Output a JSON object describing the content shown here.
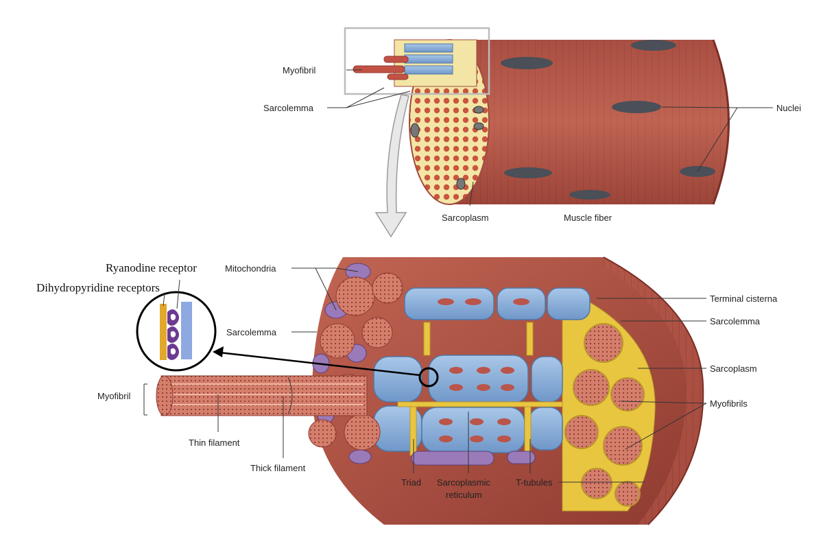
{
  "labels": {
    "myofibril_top": "Myofibril",
    "sarcolemma_top": "Sarcolemma",
    "nuclei": "Nuclei",
    "sarcoplasm_top": "Sarcoplasm",
    "muscle_fiber": "Muscle fiber",
    "ryanodine_receptor": "Ryanodine receptor",
    "dihydropyridine_receptors": "Dihydropyridine receptors",
    "mitochondria": "Mitochondria",
    "sarcolemma_mid": "Sarcolemma",
    "myofibril_left": "Myofibril",
    "thin_filament": "Thin filament",
    "thick_filament": "Thick filament",
    "triad": "Triad",
    "sarcoplasmic_reticulum_line1": "Sarcoplasmic",
    "sarcoplasmic_reticulum_line2": "reticulum",
    "t_tubules": "T-tubules",
    "terminal_cisterna": "Terminal cisterna",
    "sarcolemma_right": "Sarcolemma",
    "sarcoplasm_right": "Sarcoplasm",
    "myofibrils_right": "Myofibrils"
  },
  "colors": {
    "muscle": "#b5584a",
    "muscle_dark": "#8e3a30",
    "muscle_light": "#d47e6c",
    "sarcoplasm": "#f3e5a5",
    "nucleus": "#4a4f58",
    "sr_blue": "#8fb4dc",
    "sr_blue_dark": "#4f77a8",
    "ttubule_yellow": "#e9c640",
    "mito_purple": "#9a7ab8",
    "receptor_orange": "#e2a82b",
    "receptor_purple": "#6c3a92",
    "membrane_blue": "#8ea8e0"
  }
}
